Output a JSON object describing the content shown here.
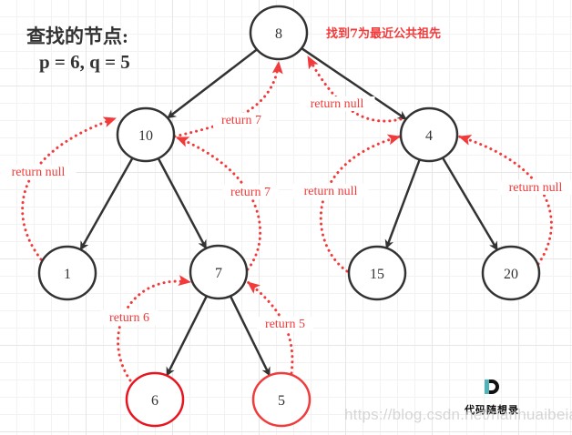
{
  "title": {
    "line1": "查找的节点:",
    "line2": "p = 6, q = 5"
  },
  "note": "找到7为最近公共祖先",
  "colors": {
    "edge": "#333333",
    "node_stroke": "#333333",
    "target_stroke": "#e8141f",
    "target_stroke_light": "#f03c3c",
    "return_arrow": "#f23a3a"
  },
  "tree": {
    "nodes": [
      {
        "id": "n8",
        "label": "8",
        "highlight": false
      },
      {
        "id": "n10",
        "label": "10",
        "highlight": false
      },
      {
        "id": "n4",
        "label": "4",
        "highlight": false
      },
      {
        "id": "n1",
        "label": "1",
        "highlight": false
      },
      {
        "id": "n7",
        "label": "7",
        "highlight": false
      },
      {
        "id": "n15",
        "label": "15",
        "highlight": false
      },
      {
        "id": "n20",
        "label": "20",
        "highlight": false
      },
      {
        "id": "n6",
        "label": "6",
        "highlight": true
      },
      {
        "id": "n5",
        "label": "5",
        "highlight": true
      }
    ],
    "edges": [
      {
        "from": "n8",
        "to": "n10"
      },
      {
        "from": "n8",
        "to": "n4"
      },
      {
        "from": "n10",
        "to": "n1"
      },
      {
        "from": "n10",
        "to": "n7"
      },
      {
        "from": "n4",
        "to": "n15"
      },
      {
        "from": "n4",
        "to": "n20"
      },
      {
        "from": "n7",
        "to": "n6"
      },
      {
        "from": "n7",
        "to": "n5"
      }
    ],
    "returns": [
      {
        "from": "n10",
        "to": "n8",
        "label": "return 7"
      },
      {
        "from": "n4",
        "to": "n8",
        "label": "return null"
      },
      {
        "from": "n1",
        "to": "n10",
        "label": "return null"
      },
      {
        "from": "n7",
        "to": "n10",
        "label": "return 7"
      },
      {
        "from": "n15",
        "to": "n4",
        "label": "return null"
      },
      {
        "from": "n20",
        "to": "n4",
        "label": "return null"
      },
      {
        "from": "n6",
        "to": "n7",
        "label": "return 6"
      },
      {
        "from": "n5",
        "to": "n7",
        "label": "return 5"
      }
    ]
  },
  "logo": {
    "name": "代码随想录",
    "mark": "D"
  },
  "watermark": "https://blog.csdn.net/nanhuaibeian"
}
